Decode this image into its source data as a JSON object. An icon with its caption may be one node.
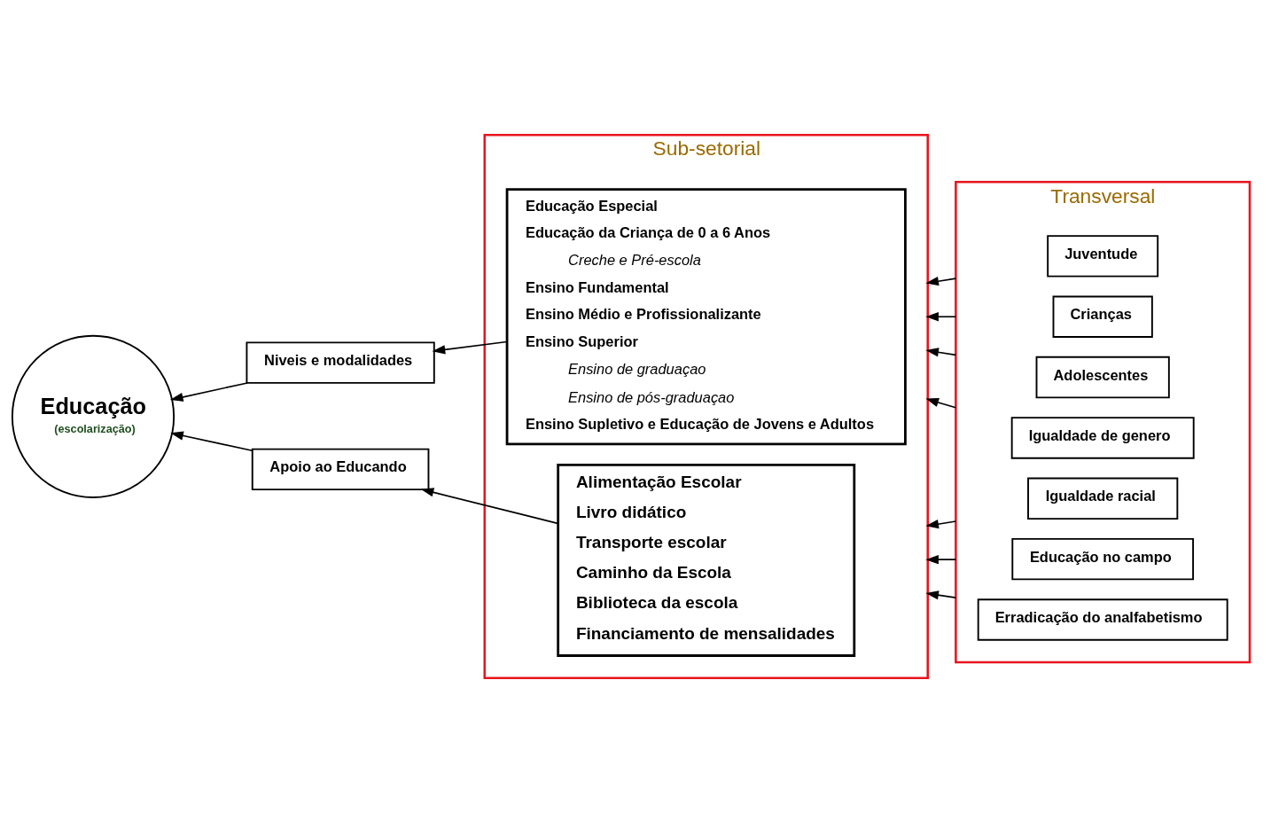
{
  "diagram": {
    "nodes": [
      {
        "text": [
          "Educação",
          "(escolarização)"
        ]
      },
      {
        "text": [
          "Niveis e modalidades"
        ]
      },
      {
        "text": [
          "Apoio ao Educando"
        ]
      },
      {
        "text": [
          "Sub-setorial"
        ]
      },
      {
        "text": [
          "Educação Especial",
          "Educação da Criança de 0 a 6 Anos",
          "Creche e Pré-escola",
          "Ensino Fundamental",
          "Ensino Médio e Profissionalizante",
          "Ensino Superior",
          "Ensino de graduaçao",
          "Ensino de pós-graduaçao",
          "Ensino Supletivo e Educação de Jovens e Adultos"
        ],
        "in": 3
      },
      {
        "text": [
          "Alimentação Escolar",
          "Livro didático",
          "Transporte escolar",
          "Caminho da Escola",
          "Biblioteca da escola",
          "Financiamento de mensalidades"
        ],
        "in": 3
      },
      {
        "text": [
          "Transversal"
        ]
      },
      {
        "text": [
          "Juventude"
        ],
        "in": 6
      },
      {
        "text": [
          "Crianças"
        ],
        "in": 6
      },
      {
        "text": [
          "Adolescentes"
        ],
        "in": 6
      },
      {
        "text": [
          "Igualdade de genero"
        ],
        "in": 6
      },
      {
        "text": [
          "Igualdade racial"
        ],
        "in": 6
      },
      {
        "text": [
          "Educação no campo"
        ],
        "in": 6
      },
      {
        "text": [
          "Erradicação do analfabetismo"
        ],
        "in": 6
      }
    ],
    "edges": [
      {
        "from": 4,
        "to": 1,
        "arrow": "to"
      },
      {
        "from": 5,
        "to": 2,
        "arrow": "to"
      },
      {
        "from": 1,
        "to": 0,
        "arrow": "to"
      },
      {
        "from": 2,
        "to": 0,
        "arrow": "to"
      },
      {
        "from": 6,
        "to": 3,
        "arrow": "to"
      },
      {
        "from": 6,
        "to": 3,
        "arrow": "to"
      },
      {
        "from": 6,
        "to": 3,
        "arrow": "to"
      },
      {
        "from": 6,
        "to": 3,
        "arrow": "to"
      },
      {
        "from": 6,
        "to": 3,
        "arrow": "to"
      },
      {
        "from": 6,
        "to": 3,
        "arrow": "to"
      },
      {
        "from": 6,
        "to": 3,
        "arrow": "to"
      }
    ]
  }
}
